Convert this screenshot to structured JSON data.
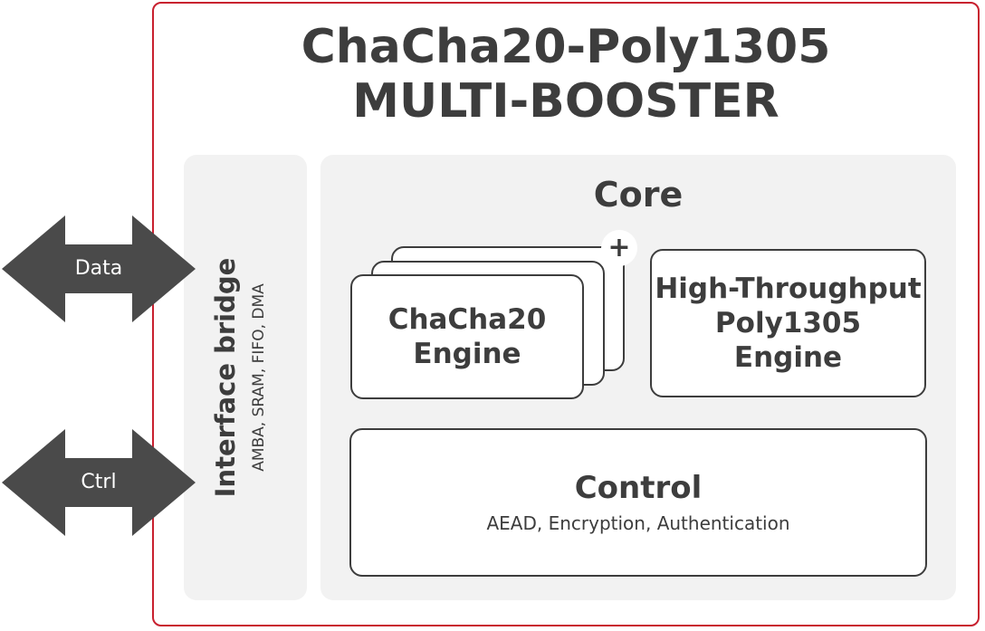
{
  "title": {
    "line1": "ChaCha20-Poly1305",
    "line2": "MULTI-BOOSTER"
  },
  "interface_bridge": {
    "label": "Interface bridge",
    "protocols": "AMBA, SRAM, FIFO, DMA"
  },
  "arrows": {
    "data": "Data",
    "ctrl": "Ctrl"
  },
  "core": {
    "title": "Core",
    "chacha_engine": {
      "line1": "ChaCha20",
      "line2": "Engine",
      "stack_badge": "+"
    },
    "poly_engine": {
      "line1": "High-Throughput",
      "line2": "Poly1305",
      "line3": "Engine"
    },
    "control": {
      "title": "Control",
      "subtitle": "AEAD, Encryption, Authentication"
    }
  },
  "colors": {
    "border_red": "#c8202f",
    "text_dark": "#3d3d3d",
    "panel_gray": "#f2f2f2",
    "arrow_gray": "#4a4a4a"
  }
}
